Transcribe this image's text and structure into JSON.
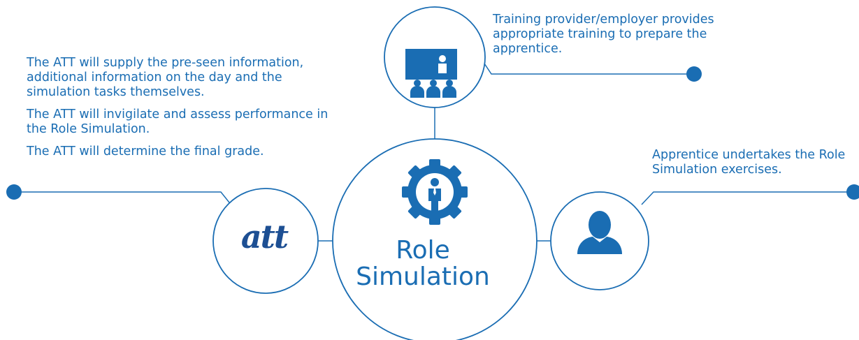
{
  "colors": {
    "primary": "#1a6db3",
    "logo": "#1d4f93",
    "background": "#ffffff"
  },
  "left_block": {
    "paragraphs": [
      "The ATT will supply the pre-seen information, additional information on the day and the simulation tasks themselves.",
      "The ATT will invigilate and assess performance in the Role Simulation.",
      "The ATT will determine the final grade."
    ]
  },
  "top_block": {
    "text": "Training provider/employer provides appropriate training to prepare the apprentice."
  },
  "right_block": {
    "text": "Apprentice undertakes the Role Simulation exercises."
  },
  "center": {
    "line1": "Role",
    "line2": "Simulation"
  },
  "logo": {
    "text": "att"
  },
  "icons": {
    "center": "gear-person-icon",
    "top": "presentation-icon",
    "right": "user-icon"
  }
}
